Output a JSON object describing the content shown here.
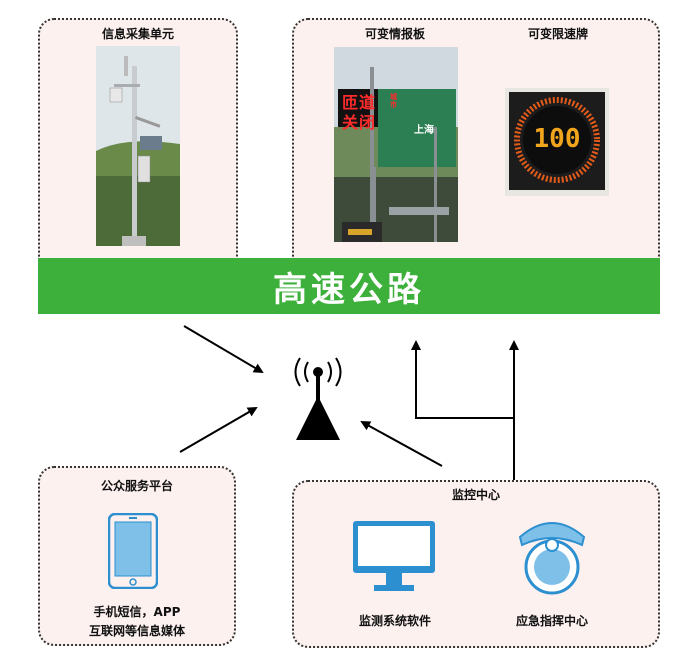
{
  "panels": {
    "info": {
      "title": "信息采集单元"
    },
    "vms": {
      "title": "可变情报板",
      "sign_top": "匝道",
      "sign_bottom": "关闭",
      "sign_small": "城市",
      "guide_text": "上海"
    },
    "speed": {
      "title": "可变限速牌",
      "limit": "100"
    },
    "public": {
      "title": "公众服务平台",
      "caption_line1": "手机短信，APP",
      "caption_line2": "互联网等信息媒体"
    },
    "monitor": {
      "title": "监控中心",
      "software_label": "监测系统软件",
      "command_label": "应急指挥中心"
    }
  },
  "road": {
    "label": "高速公路"
  },
  "icons": {
    "antenna": "broadcast-antenna-icon",
    "phone": "smartphone-icon",
    "monitor": "computer-monitor-icon",
    "command": "command-center-icon"
  },
  "colors": {
    "road": "#3cb03a",
    "panel_bg": "#fdf1f0",
    "icon_blue": "#2b8fd0",
    "led": "#e25b1a"
  }
}
